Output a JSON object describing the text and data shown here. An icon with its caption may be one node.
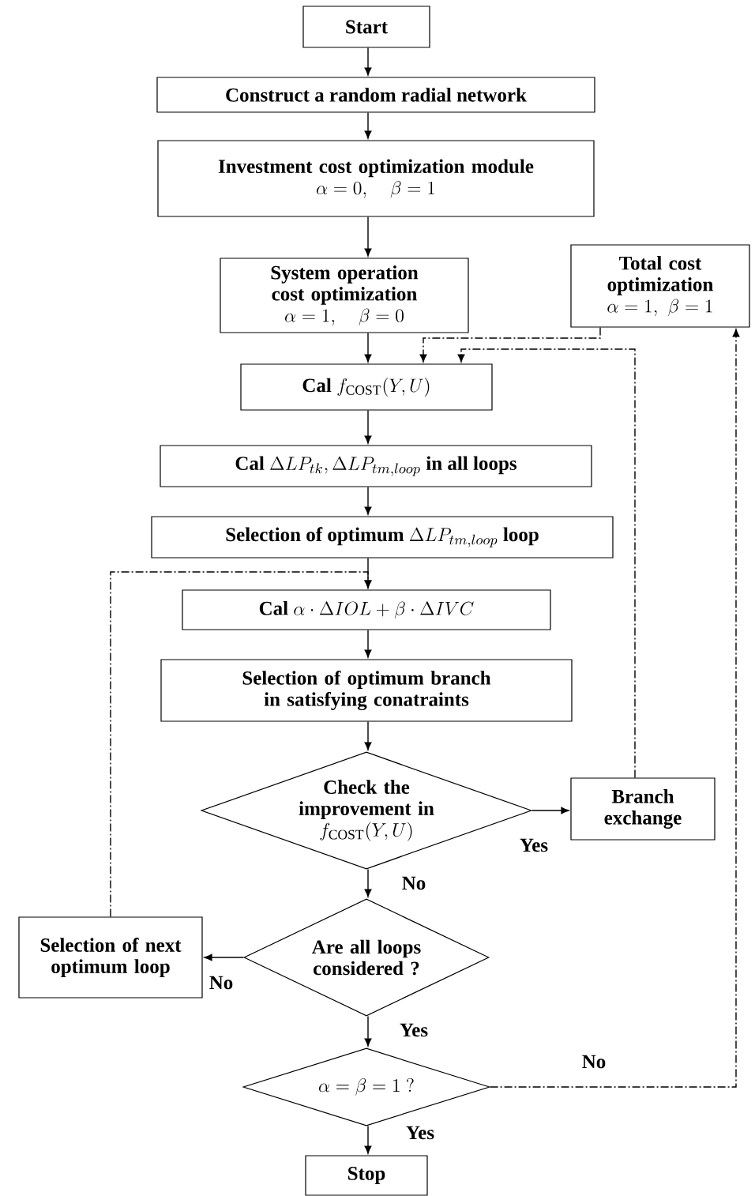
{
  "diagram": {
    "nodes": [
      {
        "text": [
          "Start"
        ]
      },
      {
        "text": [
          "Construct a random radial network"
        ]
      },
      {
        "text": [
          "Investment cost optimization module",
          "\\alpha = 0,\\quad \\beta = 1"
        ]
      },
      {
        "text": [
          "System operation cost optimization",
          "\\alpha = 1,\\quad \\beta = 0"
        ]
      },
      {
        "text": [
          "Total cost optimization",
          "\\alpha = 1,\\ \\beta = 1"
        ]
      },
      {
        "text": [
          "Cal",
          "f_{\\mathrm{COST}}(Y,U)"
        ]
      },
      {
        "text": [
          "Cal",
          "\\Delta LP_{tk}, \\Delta LP_{tm,loop}",
          "in all loops"
        ]
      },
      {
        "text": [
          "Selection of optimum",
          "\\Delta LP_{tm,loop}",
          "loop"
        ]
      },
      {
        "text": [
          "Cal",
          "\\alpha \\cdot \\Delta IOL + \\beta \\cdot \\Delta IVC"
        ]
      },
      {
        "text": [
          "Selection of optimum branch in satisfying conatraints"
        ]
      },
      {
        "text": [
          "Check the improvement in",
          "f_{\\mathrm{COST}}(Y,U)"
        ]
      },
      {
        "text": [
          "Branch exchange"
        ]
      },
      {
        "text": [
          "Selection of next optimum loop"
        ]
      },
      {
        "text": [
          "Are all loops considered ?"
        ]
      },
      {
        "text": [
          "\\alpha = \\beta = 1\\ ?"
        ]
      },
      {
        "text": [
          "Stop"
        ]
      }
    ],
    "edges": [
      {
        "from": 0,
        "to": 1,
        "arrow": "to"
      },
      {
        "from": 1,
        "to": 2,
        "arrow": "to"
      },
      {
        "from": 2,
        "to": 3,
        "arrow": "to"
      },
      {
        "from": 3,
        "to": 5,
        "arrow": "to"
      },
      {
        "from": 4,
        "to": 5,
        "arrow": "to",
        "style": "dashed"
      },
      {
        "from": 5,
        "to": 6,
        "arrow": "to"
      },
      {
        "from": 6,
        "to": 7,
        "arrow": "to"
      },
      {
        "from": 7,
        "to": 8,
        "arrow": "to"
      },
      {
        "from": 12,
        "to": 8,
        "arrow": "to",
        "style": "dashed"
      },
      {
        "from": 8,
        "to": 9,
        "arrow": "to"
      },
      {
        "from": 9,
        "to": 10,
        "arrow": "to"
      },
      {
        "from": 10,
        "to": 11,
        "arrow": "to",
        "label": "Yes"
      },
      {
        "from": 11,
        "to": 5,
        "arrow": "to",
        "style": "dashed"
      },
      {
        "from": 10,
        "to": 13,
        "arrow": "to",
        "label": "No"
      },
      {
        "from": 13,
        "to": 12,
        "arrow": "to",
        "label": "No"
      },
      {
        "from": 13,
        "to": 14,
        "arrow": "to",
        "label": "Yes"
      },
      {
        "from": 14,
        "to": 15,
        "arrow": "to",
        "label": "Yes"
      },
      {
        "from": 14,
        "to": 4,
        "arrow": "to",
        "label": "No",
        "style": "dashed"
      }
    ]
  }
}
